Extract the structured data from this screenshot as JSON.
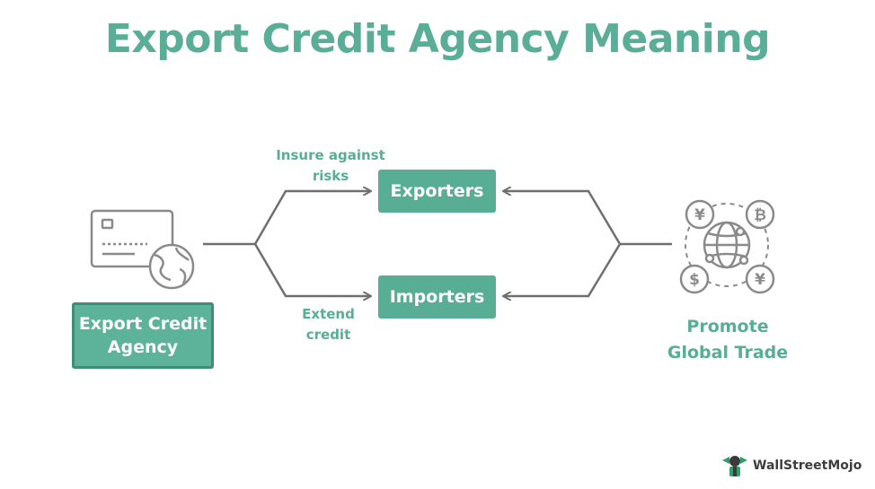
{
  "title": "Export Credit Agency Meaning",
  "nodes": {
    "agency": "Export Credit\nAgency",
    "exporters": "Exporters",
    "importers": "Importers",
    "promote": "Promote\nGlobal Trade"
  },
  "edge_labels": {
    "insure": "Insure against\nrisks",
    "extend": "Extend\ncredit"
  },
  "icons": {
    "agency_icon": "credit-card-globe-icon",
    "trade_icon": "globe-currencies-icon"
  },
  "currency_symbols": [
    "¥",
    "₿",
    "$",
    "¥"
  ],
  "colors": {
    "accent": "#5aae97",
    "box": "#58ad95",
    "line": "#6f6f6f",
    "icon": "#8a8a8a"
  },
  "brand": "WallStreetMojo"
}
